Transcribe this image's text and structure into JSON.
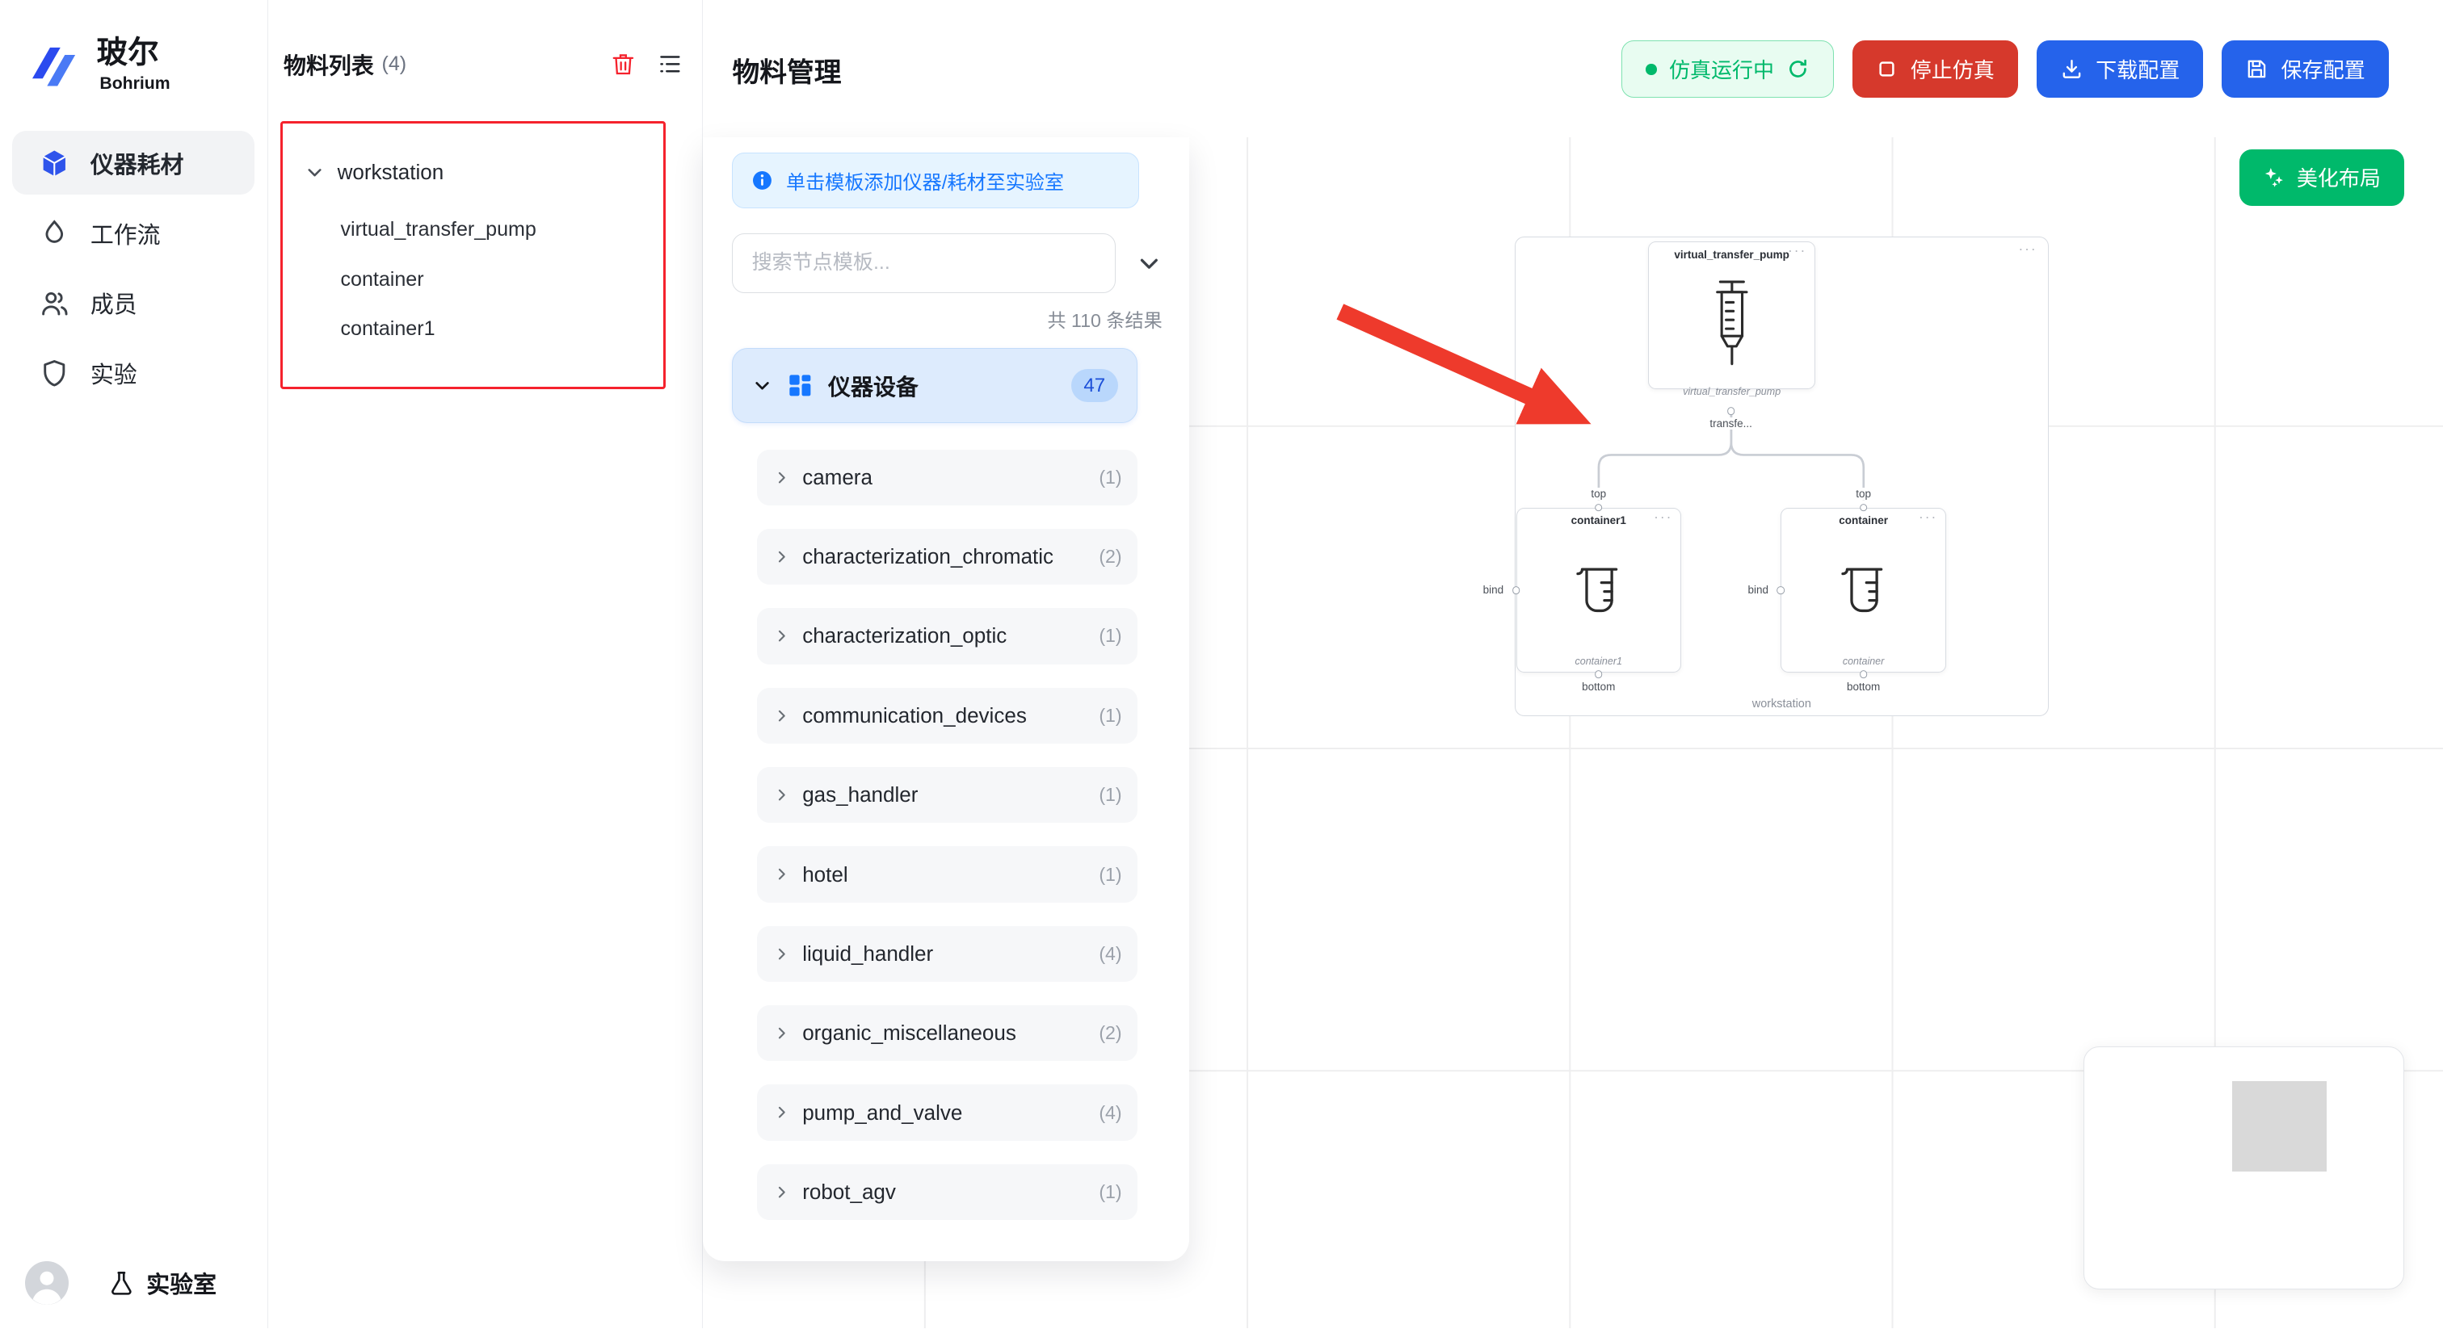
{
  "brand": {
    "name": "玻尔",
    "sub": "Bohrium"
  },
  "sidebar": {
    "items": [
      {
        "label": "仪器耗材"
      },
      {
        "label": "工作流"
      },
      {
        "label": "成员"
      },
      {
        "label": "实验"
      }
    ],
    "lab": "实验室"
  },
  "material_list": {
    "title": "物料列表",
    "count": "(4)",
    "tree": {
      "root": "workstation",
      "children": [
        "virtual_transfer_pump",
        "container",
        "container1"
      ]
    }
  },
  "header": {
    "title": "物料管理",
    "status_running": "仿真运行中",
    "stop": "停止仿真",
    "download": "下载配置",
    "save": "保存配置"
  },
  "template_panel": {
    "banner": "单击模板添加仪器/耗材至实验室",
    "search_placeholder": "搜索节点模板...",
    "results_summary": "共 110 条结果",
    "category": {
      "label": "仪器设备",
      "count": "47"
    },
    "items": [
      {
        "label": "camera",
        "count": "(1)"
      },
      {
        "label": "characterization_chromatic",
        "count": "(2)"
      },
      {
        "label": "characterization_optic",
        "count": "(1)"
      },
      {
        "label": "communication_devices",
        "count": "(1)"
      },
      {
        "label": "gas_handler",
        "count": "(1)"
      },
      {
        "label": "hotel",
        "count": "(1)"
      },
      {
        "label": "liquid_handler",
        "count": "(4)"
      },
      {
        "label": "organic_miscellaneous",
        "count": "(2)"
      },
      {
        "label": "pump_and_valve",
        "count": "(4)"
      },
      {
        "label": "robot_agv",
        "count": "(1)"
      }
    ]
  },
  "canvas": {
    "beautify": "美化布局",
    "group": "workstation",
    "more": "···",
    "pump": {
      "title": "virtual_transfer_pump",
      "sub": "virtual_transfer_pump",
      "port": "transfe..."
    },
    "left_node": {
      "title": "container1",
      "sub": "container1"
    },
    "right_node": {
      "title": "container",
      "sub": "container"
    },
    "ports": {
      "top": "top",
      "bottom": "bottom",
      "bind": "bind"
    }
  },
  "colors": {
    "primary_blue": "#2563eb",
    "info_blue": "#1677ff",
    "danger_red": "#d6392c",
    "success_green": "#00b96b",
    "highlight_red": "#f5222d",
    "arrow_red": "#ee3a2c"
  }
}
